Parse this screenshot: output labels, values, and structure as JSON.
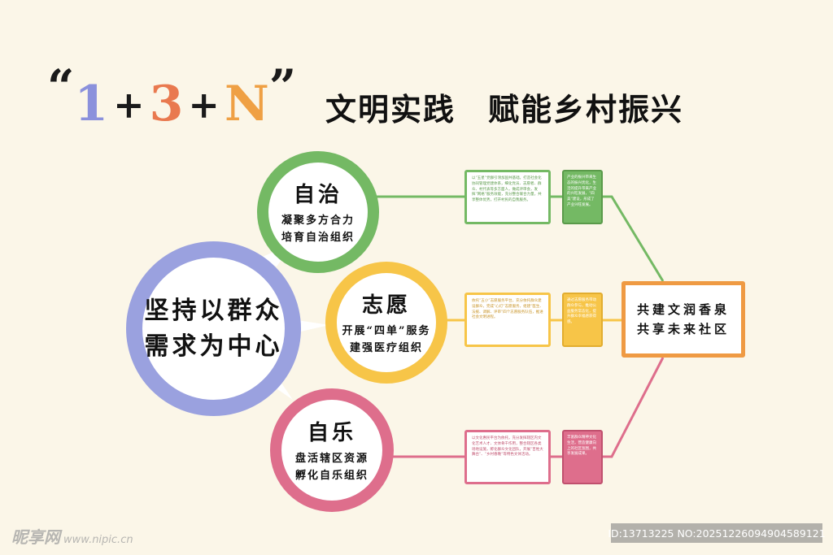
{
  "title": {
    "open_quote": "“",
    "n1": "1",
    "plus1": "+",
    "n2": "3",
    "plus2": "+",
    "n3": "N",
    "close_quote": "”",
    "slogan": "文明实践　赋能乡村振兴"
  },
  "core": {
    "line1": "坚持以群众",
    "line2": "需求为中心"
  },
  "branches": [
    {
      "heading": "自治",
      "sub1": "凝聚多方合力",
      "sub2": "培育自治组织",
      "color": "#74b964",
      "detail": "以“五星”党群引领加固共基础，打造社会化协同管理党建体系，细化党员、志愿者、群众、村代表等多方面人，做成评审会，发挥“网格”服务效能，充分整合联合力量，共享整体优势，打开村民的自我服务。",
      "note": "产业的振兴带来生态的振兴优化，生活的提升带来产业的兴旺发展，“四美”建设，形成了产业兴旺发展。"
    },
    {
      "heading": "志愿",
      "sub1": "开展“四单”服务",
      "sub2": "建强医疗组织",
      "color": "#f7c548",
      "detail": "依托“五小”志愿服务平台，充分依托群众建设群众，完成“心灯”志愿服务，组建“医生、法援、调解、评审”四个志愿服务队伍，推进社会文明进程。",
      "note": "通过志愿服务带动群众参与，推动公益服务常态化，提升群众幸福感获得感。"
    },
    {
      "heading": "自乐",
      "sub1": "盘活辖区资源",
      "sub2": "孵化自乐组织",
      "color": "#de6e8c",
      "detail": "以文化惠民平台为依托，充分发挥辖区内文化艺术人才、文体骨干作用，整合辖区各类场地设施，孵化群众文化团队，开展“百姓大舞台”、“乡村春晚”等特色文体活动。",
      "note": "丰富群众精神文化生活，营造健康向上的社区氛围，共享发展成果。"
    }
  ],
  "goal": {
    "line1": "共建文润香泉",
    "line2": "共享未来社区"
  },
  "colors": {
    "core": "#9aa1df",
    "goal": "#ef9a43",
    "n1": "#8b91dc",
    "n2": "#e9794f",
    "n3": "#efa044"
  },
  "watermark": {
    "left": "昵享网",
    "left_url": "www.nipic.cn",
    "right": "ID:13713225 NO:20251226094904589121"
  }
}
